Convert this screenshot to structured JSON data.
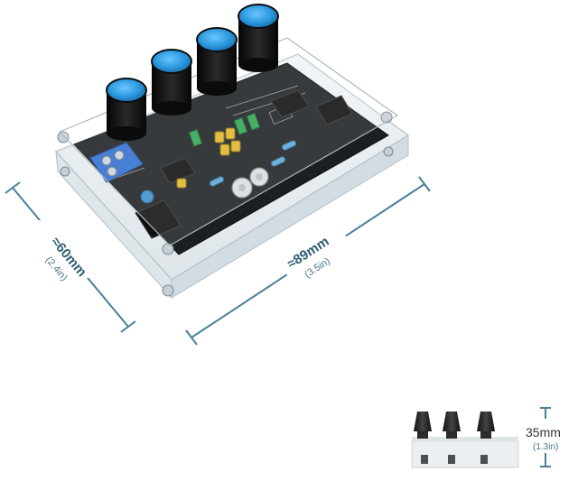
{
  "product_photo": {
    "description_icon": "function-generator-board-icon",
    "board_color": "#1c1f22",
    "knob_color": "#2d9be0",
    "terminal_color": "#2f6fd1"
  },
  "dimensions": {
    "length": {
      "main": "≈89mm",
      "sub": "(3.5in)"
    },
    "width": {
      "main": "≈60mm",
      "sub": "(2.4in)"
    },
    "height": {
      "main": "35mm",
      "sub": "(1.3in)"
    },
    "line_color": "#4a7f98"
  }
}
